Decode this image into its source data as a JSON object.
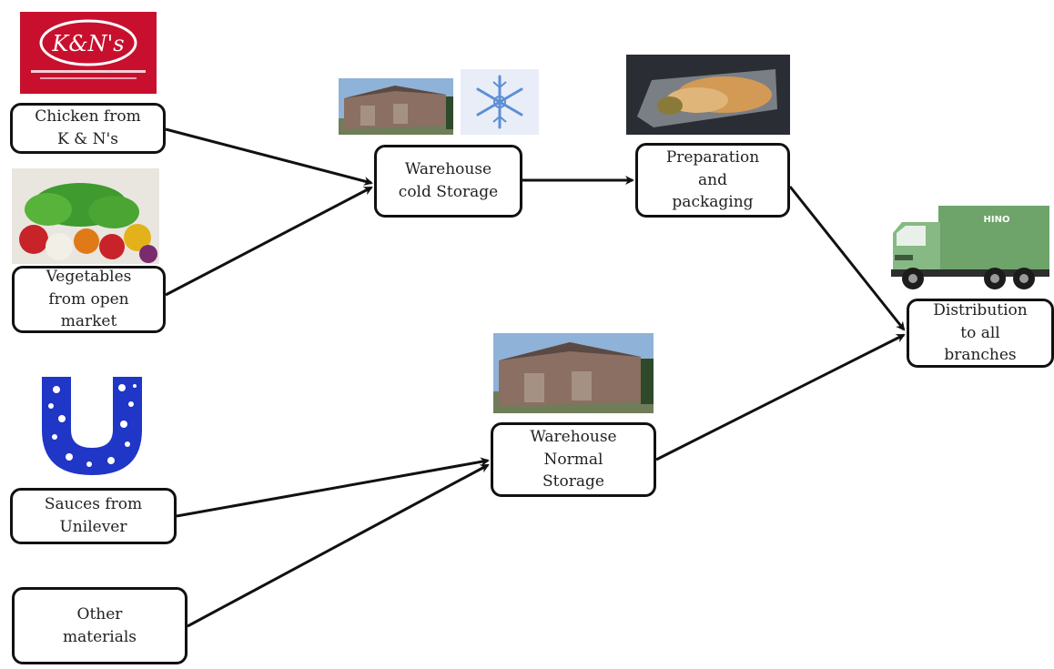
{
  "nodes": {
    "chicken": "Chicken from\nK & N's",
    "vegetables": "Vegetables\nfrom open\nmarket",
    "sauces": "Sauces from\nUnilever",
    "other": "Other\nmaterials",
    "cold_storage": "Warehouse\ncold Storage",
    "normal_storage": "Warehouse\nNormal\nStorage",
    "preparation": "Preparation\nand\npackaging",
    "distribution": "Distribution\nto all\nbranches"
  },
  "logos": {
    "kn": "K&N's",
    "hino": "HINO"
  },
  "colors": {
    "kn_red": "#c8102e",
    "unilever_blue": "#1f36c7",
    "truck_green": "#6ea36a",
    "arrow": "#111111"
  }
}
